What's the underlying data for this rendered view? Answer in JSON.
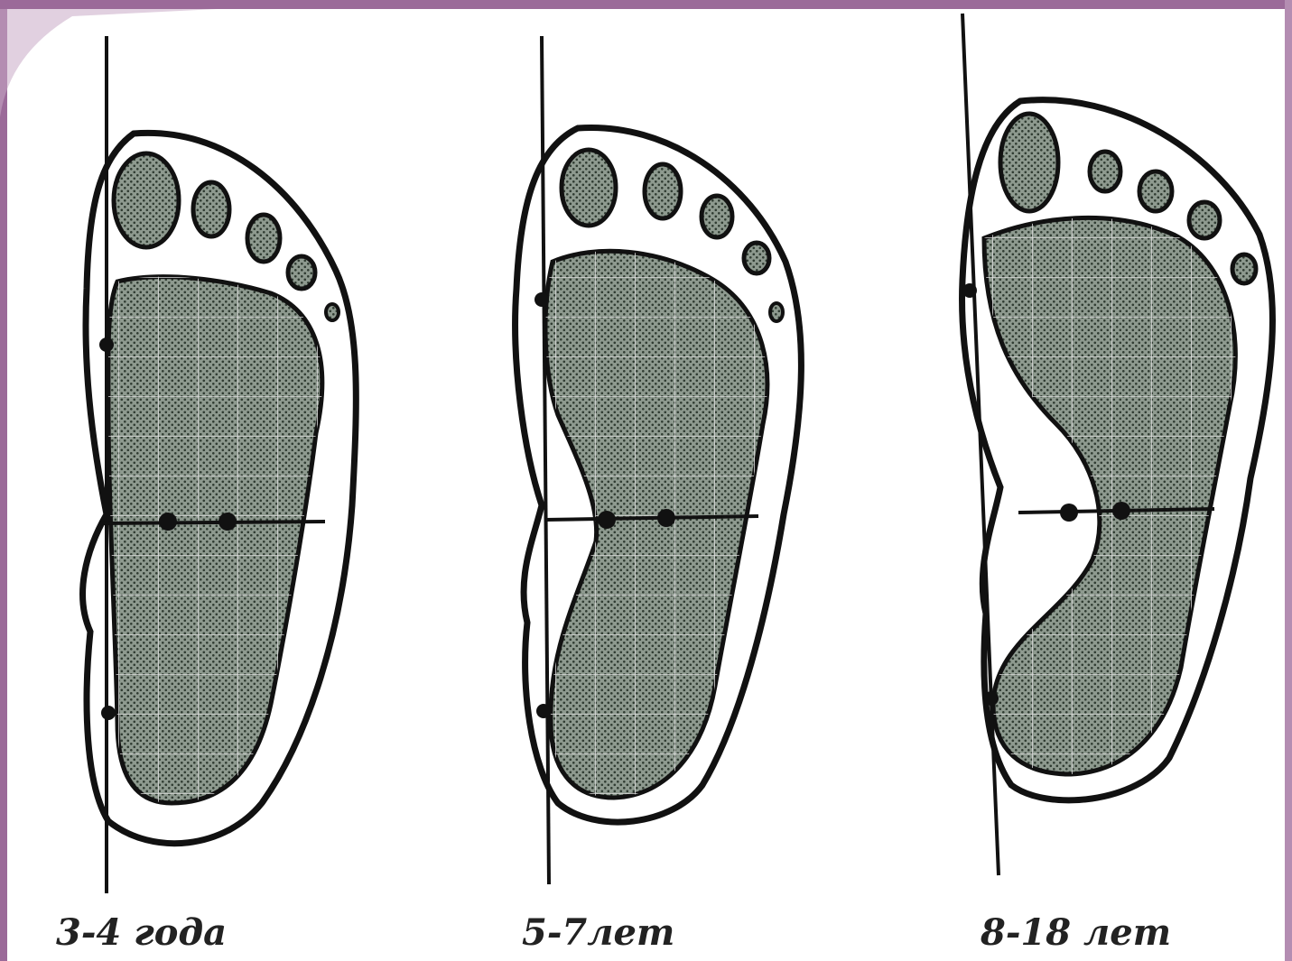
{
  "theme": {
    "border_color": "#9b6a99",
    "ink_color": "#111111",
    "print_fill": "#7c8b7d",
    "paper_color": "#ffffff"
  },
  "figures": [
    {
      "caption": "3-4 года"
    },
    {
      "caption": "5-7лет"
    },
    {
      "caption": "8-18 лет"
    }
  ]
}
